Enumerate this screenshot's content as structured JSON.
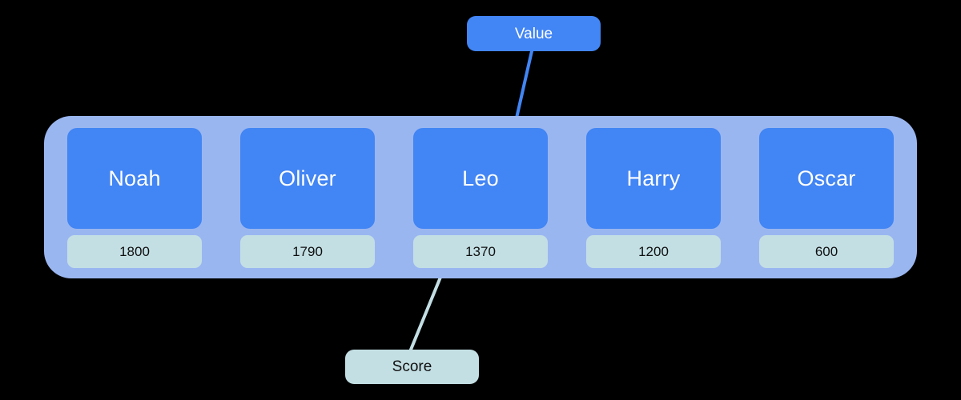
{
  "diagram": {
    "title": "player-scores-row",
    "colors": {
      "background": "#000000",
      "container": "#9ab6f0",
      "card": "#4285f4",
      "card_text": "#ffffff",
      "score_box": "#c3dfe4",
      "score_text": "#101010",
      "value_connector": "#4285f4",
      "score_connector": "#c3dfe4"
    }
  },
  "container": {
    "columns": [
      {
        "name": "Noah",
        "score": "1800"
      },
      {
        "name": "Oliver",
        "score": "1790"
      },
      {
        "name": "Leo",
        "score": "1370"
      },
      {
        "name": "Harry",
        "score": "1200"
      },
      {
        "name": "Oscar",
        "score": "600"
      }
    ]
  },
  "callouts": {
    "value": {
      "label": "Value",
      "points_to": "Leo",
      "connector_color": "#4285f4"
    },
    "score": {
      "label": "Score",
      "points_to": "1370",
      "connector_color": "#c3dfe4"
    }
  },
  "chart_data": {
    "type": "table",
    "title": "",
    "categories": [
      "Noah",
      "Oliver",
      "Leo",
      "Harry",
      "Oscar"
    ],
    "values": [
      1800,
      1790,
      1370,
      1200,
      600
    ],
    "xlabel": "Value",
    "ylabel": "Score",
    "annotations": [
      "Value",
      "Score"
    ]
  }
}
